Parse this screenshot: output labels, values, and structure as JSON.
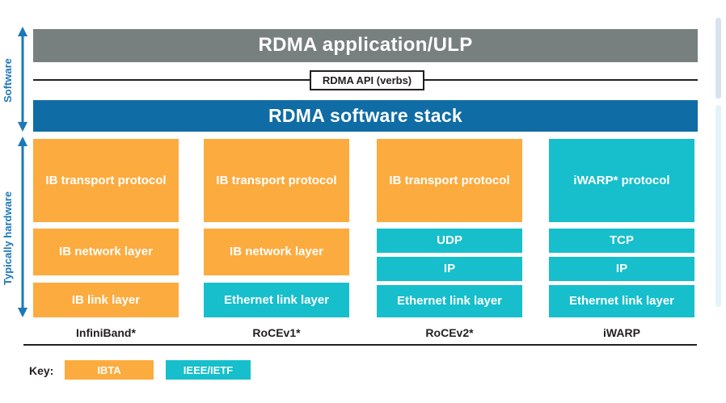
{
  "diagram": {
    "title_bar": {
      "label": "RDMA application/ULP"
    },
    "api": {
      "label": "RDMA API (verbs)"
    },
    "software_stack": {
      "label": "RDMA software stack"
    },
    "side_labels": [
      {
        "name": "software",
        "label": "Software"
      },
      {
        "name": "typically-hardware",
        "label": "Typically hardware"
      }
    ],
    "columns": [
      {
        "name": "infiniband",
        "footer": "InfiniBand*",
        "boxes": [
          {
            "label": "IB transport protocol",
            "color": "#FCAB3F",
            "group": "IBTA"
          },
          {
            "label": "IB network layer",
            "color": "#FCAB3F",
            "group": "IBTA"
          },
          {
            "label": "IB link layer",
            "color": "#FCAB3F",
            "group": "IBTA"
          }
        ]
      },
      {
        "name": "rocev1",
        "footer": "RoCEv1*",
        "boxes": [
          {
            "label": "IB transport protocol",
            "color": "#FCAB3F",
            "group": "IBTA"
          },
          {
            "label": "IB network layer",
            "color": "#FCAB3F",
            "group": "IBTA"
          },
          {
            "label": "Ethernet link layer",
            "color": "#16BFCB",
            "group": "IEEE/IETF"
          }
        ]
      },
      {
        "name": "rocev2",
        "footer": "RoCEv2*",
        "boxes": [
          {
            "label": "IB transport protocol",
            "color": "#FCAB3F",
            "group": "IBTA"
          },
          {
            "label": "UDP",
            "color": "#16BFCB",
            "group": "IEEE/IETF"
          },
          {
            "label": "IP",
            "color": "#16BFCB",
            "group": "IEEE/IETF"
          },
          {
            "label": "Ethernet link layer",
            "color": "#16BFCB",
            "group": "IEEE/IETF"
          }
        ]
      },
      {
        "name": "iwarp",
        "footer": "iWARP",
        "boxes": [
          {
            "label": "iWARP* protocol",
            "color": "#16BFCB",
            "group": "IEEE/IETF"
          },
          {
            "label": "TCP",
            "color": "#16BFCB",
            "group": "IEEE/IETF"
          },
          {
            "label": "IP",
            "color": "#16BFCB",
            "group": "IEEE/IETF"
          },
          {
            "label": "Ethernet link layer",
            "color": "#16BFCB",
            "group": "IEEE/IETF"
          }
        ]
      }
    ],
    "key": {
      "label": "Key:",
      "entries": [
        {
          "label": "IBTA",
          "color": "#FCAB3F"
        },
        {
          "label": "IEEE/IETF",
          "color": "#16BFCB"
        }
      ]
    },
    "colors": {
      "application": "#78807F",
      "software_stack": "#0F6CA5",
      "ibta": "#FCAB3F",
      "ieee_ietf": "#16BFCB",
      "accent_arrow": "#1C78B8",
      "text_dark": "#231F20"
    }
  }
}
